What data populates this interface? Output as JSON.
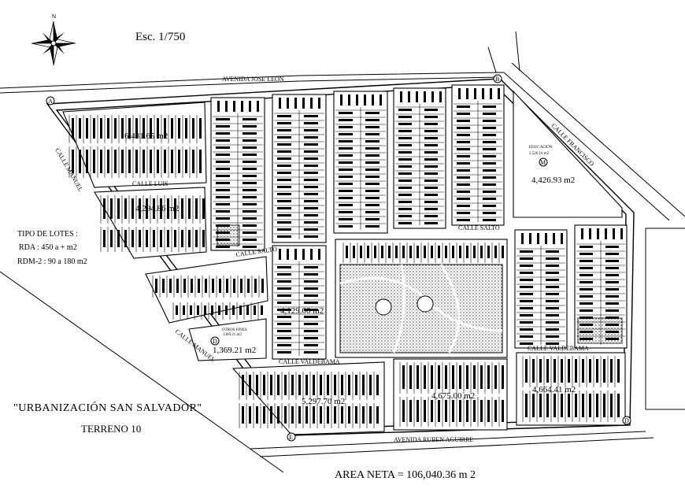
{
  "scale": "Esc. 1/750",
  "title": "\"URBANIZACIÓN SAN SALVADOR\"",
  "subtitle": "TERRENO 10",
  "area_neta": "AREA NETA  = 106,040.36  m 2",
  "legend": {
    "heading": "TIPO DE LOTES :",
    "rda": "RDA  : 450 a + m2",
    "rdm": "RDM-2 : 90 a 180 m2"
  },
  "streets": {
    "jose_leon": "AVENIDA JOSE LEON",
    "ruben_aguirre": "AVENIDA RUBEN AGUIRRE",
    "calle_manuel_top": "CALLE MANUEL",
    "calle_manuel_bottom": "CALLE MANUEL",
    "calle_francisco": "CALLE FRANCISCO",
    "calle_luis": "CALLE LUIS",
    "calle_salto_left": "CALLE SALTO",
    "calle_salto_right": "CALLE SALTO",
    "calle_valdebama_mid": "CALLE VALDEBAMA",
    "calle_valdebama_right": "CALLE VALDEBAMA"
  },
  "blocks": {
    "a_area": "6,481.65 m2",
    "b_area": "4,294.86 m2",
    "c_area": "1,369.21 m2",
    "c_note": "OTROS FINES",
    "c_note_area": "1369.21 m2",
    "m_area": "4,426.93 m2",
    "m_note": "EDUCACION",
    "m_note_area": "2,526.16 m2",
    "lower_left_area": "5,297.70 m2",
    "lower_mid_area": "4,675.00 m2",
    "lower_right_area": "4,664.41 m2",
    "mid_left_area": "4,129.00 m2"
  },
  "markers": {
    "a": "A",
    "b": "B",
    "d": "D",
    "e": "E",
    "m": "M",
    "center_d": "D"
  },
  "north": "N"
}
